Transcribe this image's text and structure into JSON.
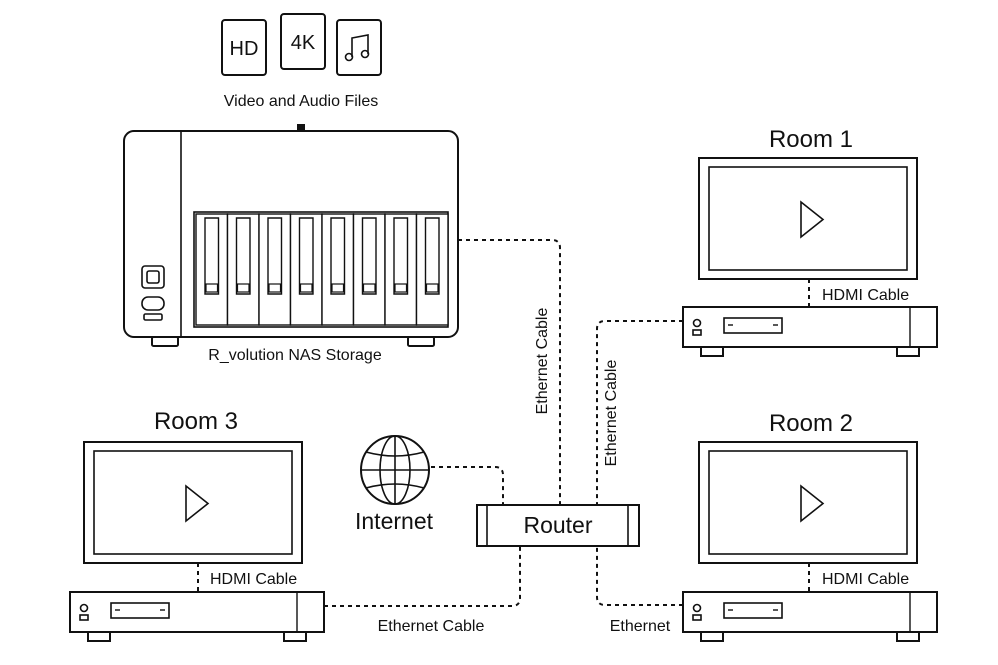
{
  "media": {
    "caption": "Video and Audio Files",
    "icons": [
      {
        "label": "HD",
        "name": "hd-icon"
      },
      {
        "label": "4K",
        "name": "4k-icon"
      },
      {
        "label": "",
        "name": "music-note-icon"
      }
    ]
  },
  "nas": {
    "label": "R_volution NAS Storage",
    "bays": 8
  },
  "router": {
    "label": "Router"
  },
  "internet": {
    "label": "Internet"
  },
  "rooms": [
    {
      "id": "room1",
      "title": "Room 1",
      "hdmi_label": "HDMI Cable"
    },
    {
      "id": "room2",
      "title": "Room 2",
      "hdmi_label": "HDMI Cable"
    },
    {
      "id": "room3",
      "title": "Room 3",
      "hdmi_label": "HDMI Cable"
    }
  ],
  "cables": {
    "nas_to_router": "Ethernet Cable",
    "room1_to_router": "Ethernet Cable",
    "room3_to_router": "Ethernet Cable",
    "room2_to_router": "Ethernet"
  }
}
